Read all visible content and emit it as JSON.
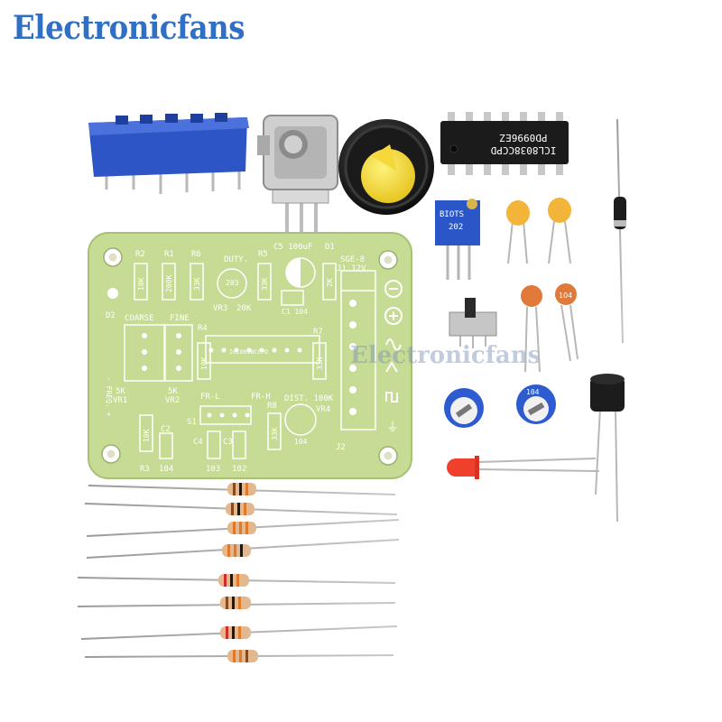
{
  "brand": "Electronicfans",
  "watermark": "Electronicfans",
  "colors": {
    "brand": "#2f6fc4",
    "pcb": "#c6dc94",
    "silkscreen": "#ffffff",
    "blue_part": "#2b56c8",
    "resistor_body": "#e4b990",
    "ceramic_cap": "#f3b63a",
    "electrolytic": "#1c1c1c",
    "led": "#f0402c"
  },
  "ic": {
    "marking_1": "ICL8038CCPD",
    "marking_2": "PD0996EZ"
  },
  "trimmer_pot": {
    "marking_1": "BIOTS",
    "marking_2": "202"
  },
  "trim_pot_right": {
    "marking": "104"
  },
  "cap_orange": {
    "marking": "104"
  },
  "pcb": {
    "labels": {
      "r2": "R2",
      "r1": "R1",
      "r6": "R6",
      "r5": "R5",
      "c5": "C5 100uF",
      "d1": "D1",
      "j1": "J1 12V",
      "sge8": "SGE-8",
      "val_r2": "10K",
      "val_r1": "200K",
      "val_r6": "33K",
      "val_r5": "33K",
      "val_r7b": "2K",
      "duty": "DUTY.",
      "vr3": "VR3",
      "vr3_val": "20K",
      "vr3_mark": "203",
      "c1": "C1 104",
      "d2": "D2",
      "coarse": "COARSE",
      "fine": "FINE",
      "r4": "R4",
      "r4_val": "10K",
      "r7": "R7",
      "r7_val": "33K",
      "ic_socket": "ICL8038CCPD",
      "freq": "- FREQ. +",
      "vr1_val": "5K",
      "vr1": "VR1",
      "vr2_val": "5K",
      "vr2": "VR2",
      "frl": "FR-L",
      "frh": "FR-H",
      "s1": "S1",
      "dist": "DIST. 100K",
      "vr4": "VR4",
      "vr4_mark": "104",
      "r8": "R8",
      "r8_val": "33K",
      "c4": "C4",
      "c3": "C3",
      "c2": "C2",
      "c2_val": "104",
      "c4_val": "103",
      "c3_val": "102",
      "r3": "R3",
      "r3_val": "10K",
      "j2": "J2",
      "ground_mark": "⏚"
    }
  }
}
